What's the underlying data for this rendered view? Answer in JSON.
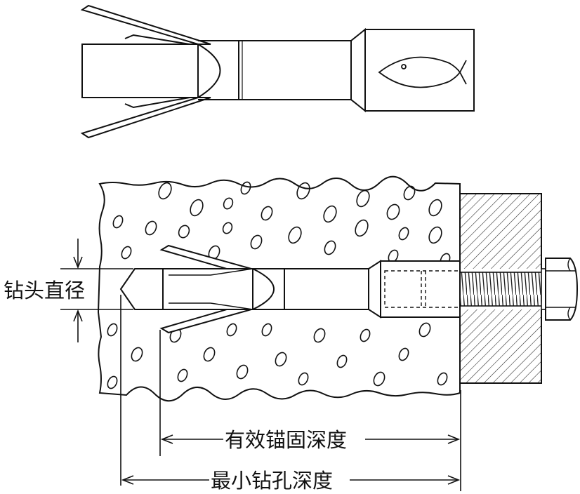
{
  "labels": {
    "bit_diameter": "钻头直径",
    "effective_depth": "有效锚固深度",
    "min_drill_depth": "最小钻孔深度"
  },
  "icons": [
    "fish-logo-icon",
    "concrete-texture",
    "hatch-pattern"
  ],
  "colors": {
    "ink": "#111111",
    "background": "#ffffff"
  }
}
